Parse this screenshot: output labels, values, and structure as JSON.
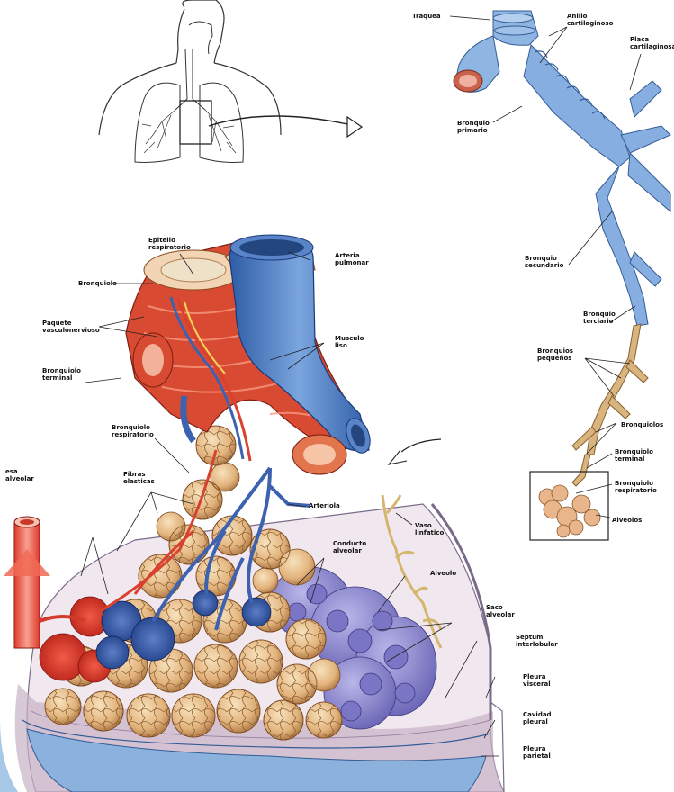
{
  "labels": {
    "trachea": "Traquea",
    "cartilage_rings": "Anillo\ncartilaginoso",
    "cartilage_plate": "Placa\ncartilaginosa",
    "primary_bronchus": "Bronquio\nprimario",
    "secondary_bronchus": "Bronquio\nsecundario",
    "tertiary_bronchus": "Bronquio\nterciario",
    "small_bronchi": "Bronquios\npequeños",
    "bronchioles": "Bronquiolos",
    "terminal_bronchiole_right": "Bronquiolo\nterminal",
    "respiratory_bronchiole_right": "Bronquiolo\nrespiratorio",
    "alveoli": "Alveolos",
    "respiratory_epithelium": "Epitelio\nrespiratorio",
    "pulmonary_artery": "Arteria\npulmonar",
    "bronchiole": "Bronquiolo",
    "neurovascular_bundle": "Paquete\nvasculonervioso",
    "smooth_muscle": "Musculo\nliso",
    "terminal_bronchiole_left": "Bronquiolo\nterminal",
    "respiratory_bronchiole": "Bronquiolo\nrespiratorio",
    "elastic_fibers": "Fibras\nelasticas",
    "arteriole": "Arteriola",
    "vein": "esa\nalveolar",
    "lymphatic_vessel": "Vaso\nlinfatico",
    "alveolar_duct": "Conducto\nalveolar",
    "alveolus": "Alveolo",
    "alveolar_sac": "Saco\nalveolar",
    "interlobular_septum": "Septum\ninterlobular",
    "visceral_pleura": "Pleura\nvisceral",
    "pleural_cavity": "Cavidad\npleural",
    "parietal_pleura": "Pleura\nparietal"
  },
  "colors": {
    "bronchus_blue": "#7aa8d8",
    "artery_blue": "#4f7fc0",
    "muscle_red": "#d94a32",
    "alveolus_tan": "#e8c28f",
    "vein_red": "#e85a4a",
    "sac_purple": "#8c88d0"
  }
}
